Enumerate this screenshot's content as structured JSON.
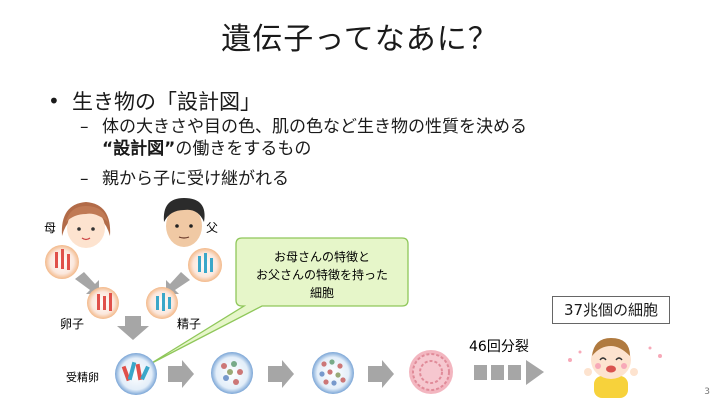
{
  "slide": {
    "title": "遺伝子ってなあに？",
    "bullet": "生き物の「設計図」",
    "sub1_line1": "体の大きさや目の色、肌の色など生き物の性質を決める",
    "sub1_bold": "“設計図”",
    "sub1_line2_rest": "の働きをするもの",
    "sub2": "親から子に受け継がれる",
    "dash": "–",
    "bullet_mark": "•",
    "page_number": "3"
  },
  "diagram": {
    "mother_label": "母",
    "father_label": "父",
    "egg_label": "卵子",
    "sperm_label": "精子",
    "fertilized_label": "受精卵",
    "callout_line1": "お母さんの特徴と",
    "callout_line2": "お父さんの特徴を持った",
    "callout_line3": "細胞",
    "division_label": "46回分裂",
    "cells_label": "37兆個の細胞"
  },
  "colors": {
    "maternal_chromosome": "#e0504a",
    "paternal_chromosome": "#3aa7c9",
    "cell_ring": "#f3b98a",
    "callout_fill": "#e6f6c9",
    "callout_border": "#8fc75a",
    "arrow": "#a6a6a6"
  },
  "icons": {
    "mother": "mother-face-icon",
    "father": "father-face-icon",
    "baby": "baby-icon"
  }
}
